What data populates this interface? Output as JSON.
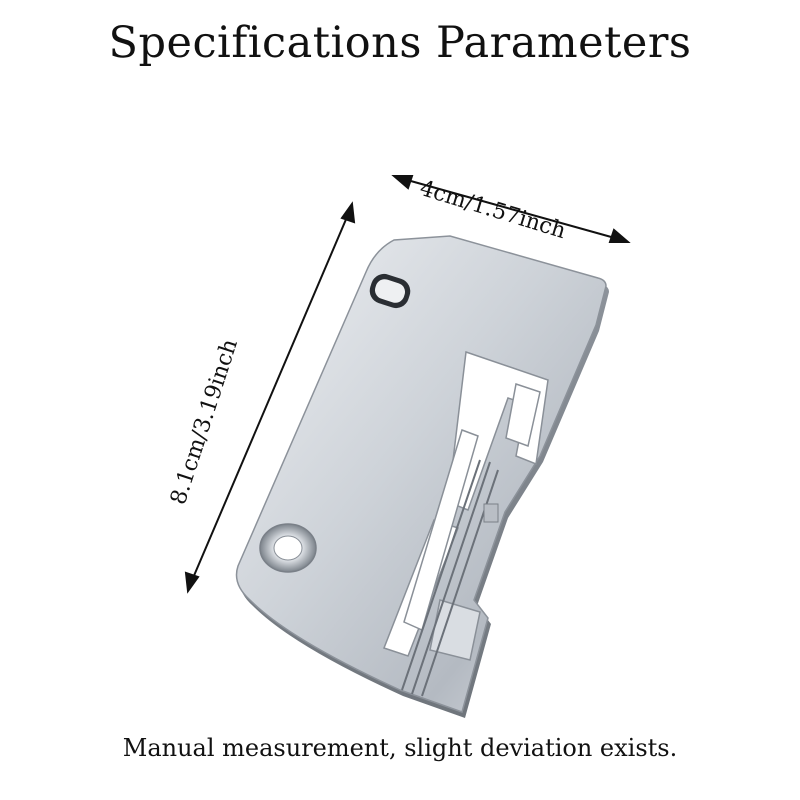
{
  "title": "Specifications Parameters",
  "dimensions": {
    "width_label": "4cm/1.57inch",
    "height_label": "8.1cm/3.19inch"
  },
  "footnote": "Manual measurement, slight deviation exists.",
  "colors": {
    "text": "#111111",
    "arrow": "#111111",
    "plate_light": "#e6e9ee",
    "plate_mid": "#c3c8cf",
    "plate_dark": "#9aa0a8"
  }
}
